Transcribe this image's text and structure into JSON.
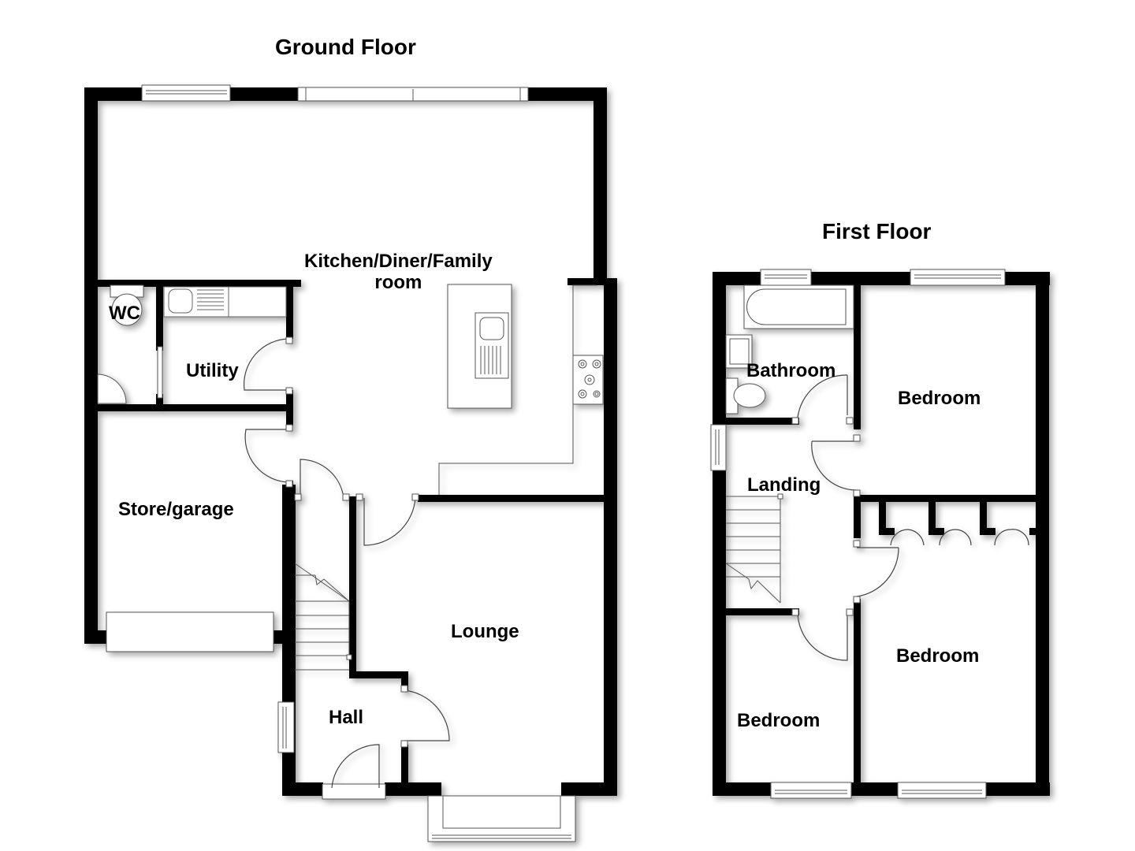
{
  "floors": {
    "ground": {
      "title": "Ground Floor",
      "rooms": {
        "kitchen": "Kitchen/Diner/Family room",
        "kitchen_line1": "Kitchen/Diner/Family",
        "kitchen_line2": "room",
        "wc": "WC",
        "utility": "Utility",
        "store": "Store/garage",
        "lounge": "Lounge",
        "hall": "Hall"
      }
    },
    "first": {
      "title": "First Floor",
      "rooms": {
        "bathroom": "Bathroom",
        "bedroom_rear": "Bedroom",
        "landing": "Landing",
        "bedroom_front_small": "Bedroom",
        "bedroom_front_large": "Bedroom"
      }
    }
  },
  "colors": {
    "wall": "#000000",
    "line": "#555555",
    "background": "#ffffff"
  }
}
